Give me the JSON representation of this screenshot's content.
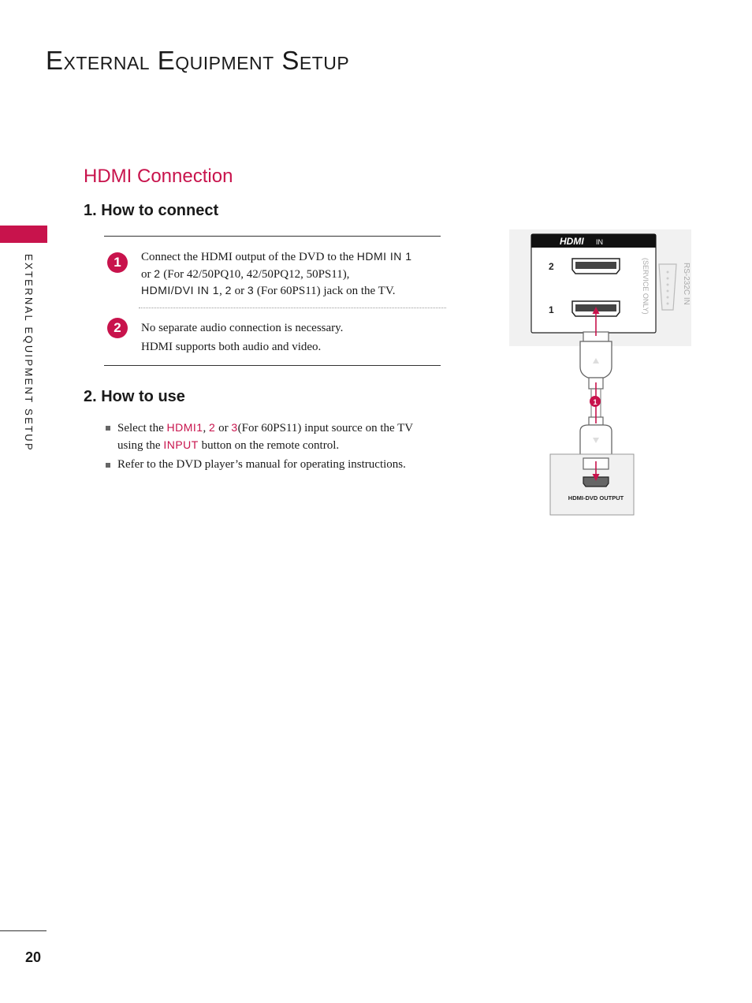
{
  "header": {
    "title": "External Equipment Setup"
  },
  "sidebar": {
    "label": "EXTERNAL EQUIPMENT SETUP"
  },
  "section": {
    "title": "HDMI Connection",
    "how_to_connect": {
      "heading": "1. How to connect",
      "steps": [
        {
          "number": "1",
          "parts": {
            "a": "Connect the HDMI output of the DVD to the ",
            "b": "HDMI IN 1",
            "c": "or ",
            "d": "2",
            "e": " (For 42/50PQ10, 42/50PQ12, 50PS11),",
            "f": "HDMI/DVI IN 1",
            "g": ", ",
            "h": "2",
            "i": " or ",
            "j": "3",
            "k": " (For 60PS11)  jack on the TV."
          }
        },
        {
          "number": "2",
          "lines": [
            "No separate audio connection is necessary.",
            "HDMI supports both audio and video."
          ]
        }
      ]
    },
    "how_to_use": {
      "heading": "2. How to use",
      "bullet1": {
        "a": "Select the ",
        "b": "HDMI1",
        "c": ", ",
        "d": "2",
        "e": " or ",
        "f": "3",
        "g": "(For  60PS11) input source on the TV using the ",
        "h": "INPUT",
        "i": " button on the remote control."
      },
      "bullet2": "Refer to the DVD player’s manual for operating instructions."
    }
  },
  "diagram": {
    "tv_panel": {
      "hdmi_logo": "HDMI",
      "hdmi_suffix": "IN",
      "port_labels": [
        "2",
        "1"
      ],
      "rs232_label": "RS-232C IN",
      "rs232_note": "(SERVICE ONLY)"
    },
    "cable_badge": "1",
    "dvd_label": "HDMI-DVD OUTPUT"
  },
  "footer": {
    "page_number": "20"
  },
  "colors": {
    "accent": "#c8134c",
    "panel": "#f1f1f1"
  }
}
